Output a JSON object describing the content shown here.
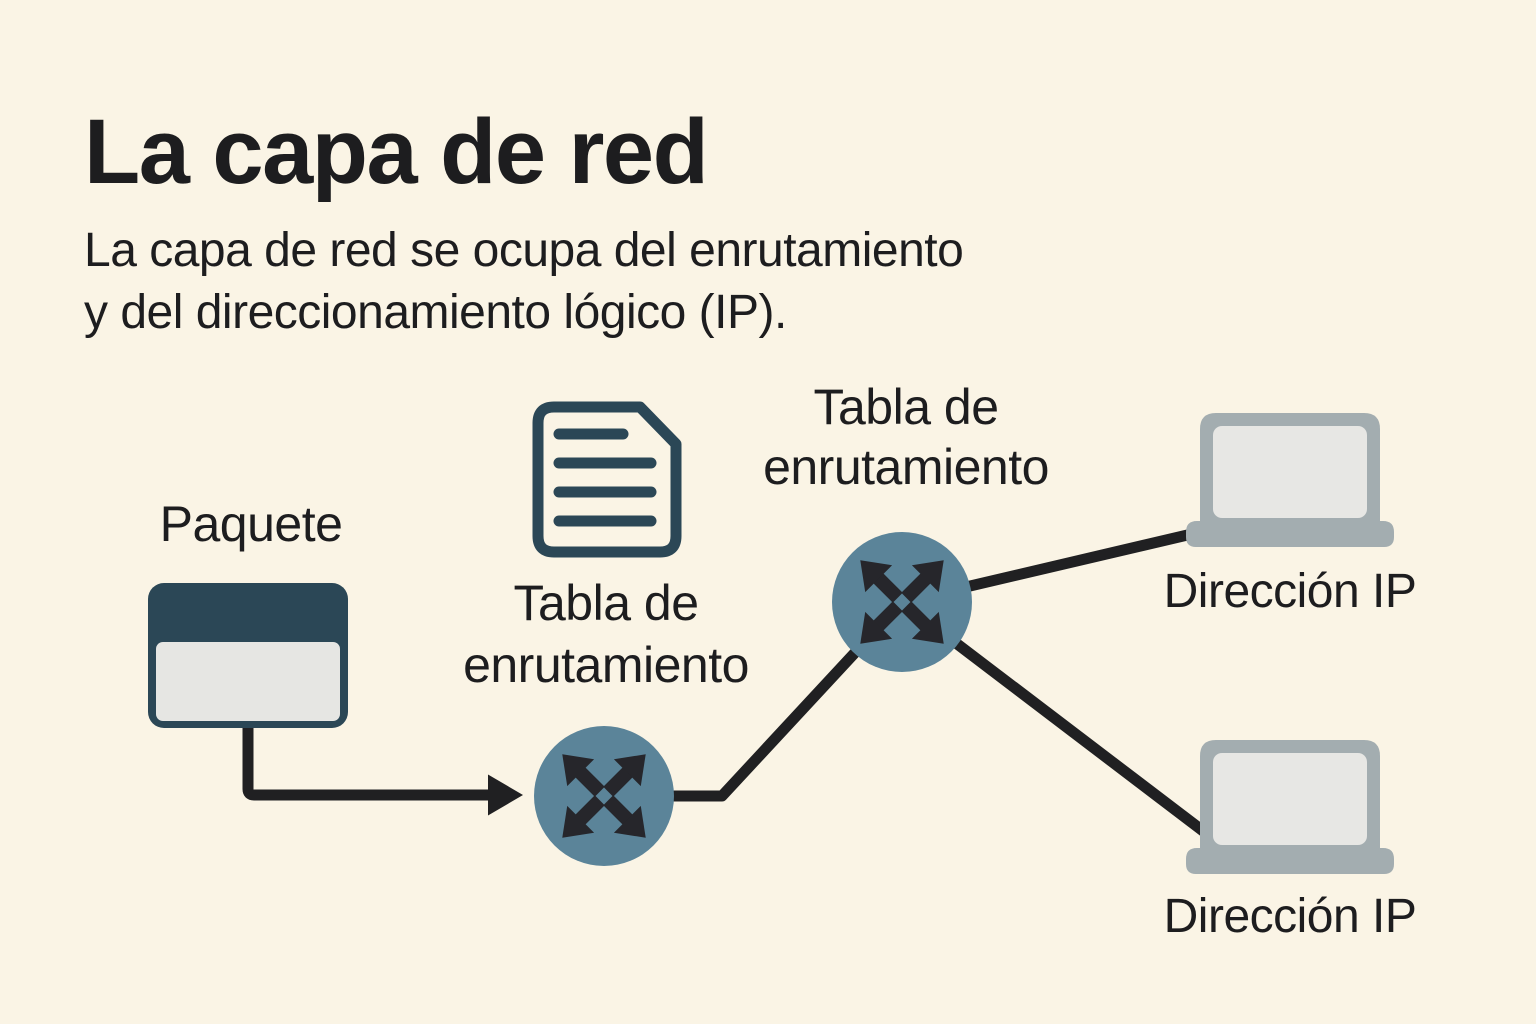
{
  "colors": {
    "background": "#faf4e5",
    "ink": "#1d1d1f",
    "line": "#202022",
    "teal_dark": "#2b4756",
    "router_fill": "#5b8499",
    "router_arrow": "#26262b",
    "laptop_gray": "#a3adb0",
    "screen_light": "#e7e7e4",
    "packet_body": "#e6e6e3"
  },
  "header": {
    "title": "La capa de red",
    "subtitle_lines": [
      "La capa de red se ocupa del enrutamiento",
      "y del direccionamiento lógico (IP)."
    ]
  },
  "diagram": {
    "packet_label": "Paquete",
    "routing_table_label_middle": "Tabla de enrutamiento",
    "routing_table_label_top": "Tabla de enrutamiento",
    "ip_address_label_top": "Dirección IP",
    "ip_address_label_bottom": "Dirección IP"
  }
}
